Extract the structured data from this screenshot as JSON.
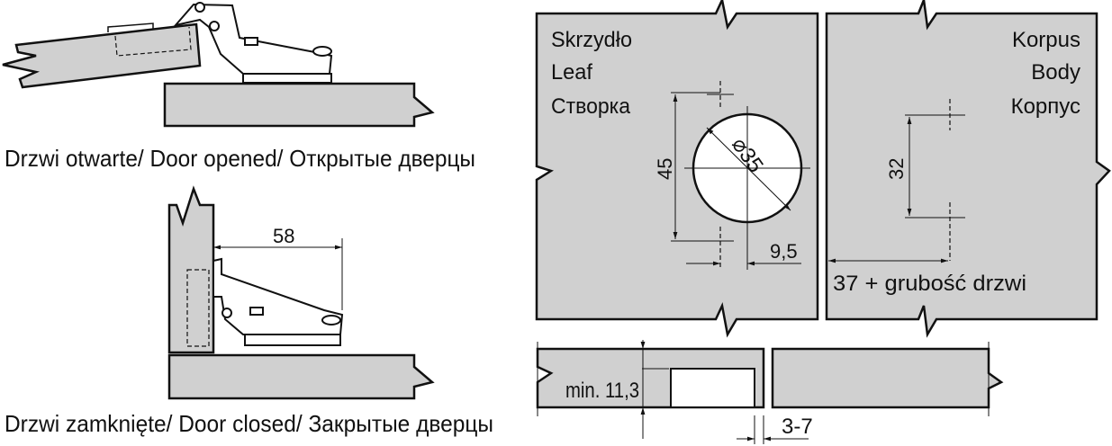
{
  "left": {
    "open_caption": "Drzwi otwarte/ Door opened/ Открытые дверцы",
    "closed_caption": "Drzwi zamknięte/ Door closed/ Закрытые  дверцы",
    "closed_dimension": "58"
  },
  "right": {
    "leaf_labels": [
      "Skrzydło",
      "Leaf",
      "Створка"
    ],
    "body_labels": [
      "Korpus",
      "Body",
      "Корпус"
    ],
    "dim_vertical_leaf": "45",
    "dim_diameter": "⌀35",
    "dim_offset": "9,5",
    "dim_vertical_body": "32",
    "dim_body_offset": "37 + grubość drzwi",
    "dim_min_depth": "min. 11,3",
    "dim_gap": "3-7"
  },
  "colors": {
    "panel": "#d0d0d0",
    "line": "#111111"
  }
}
